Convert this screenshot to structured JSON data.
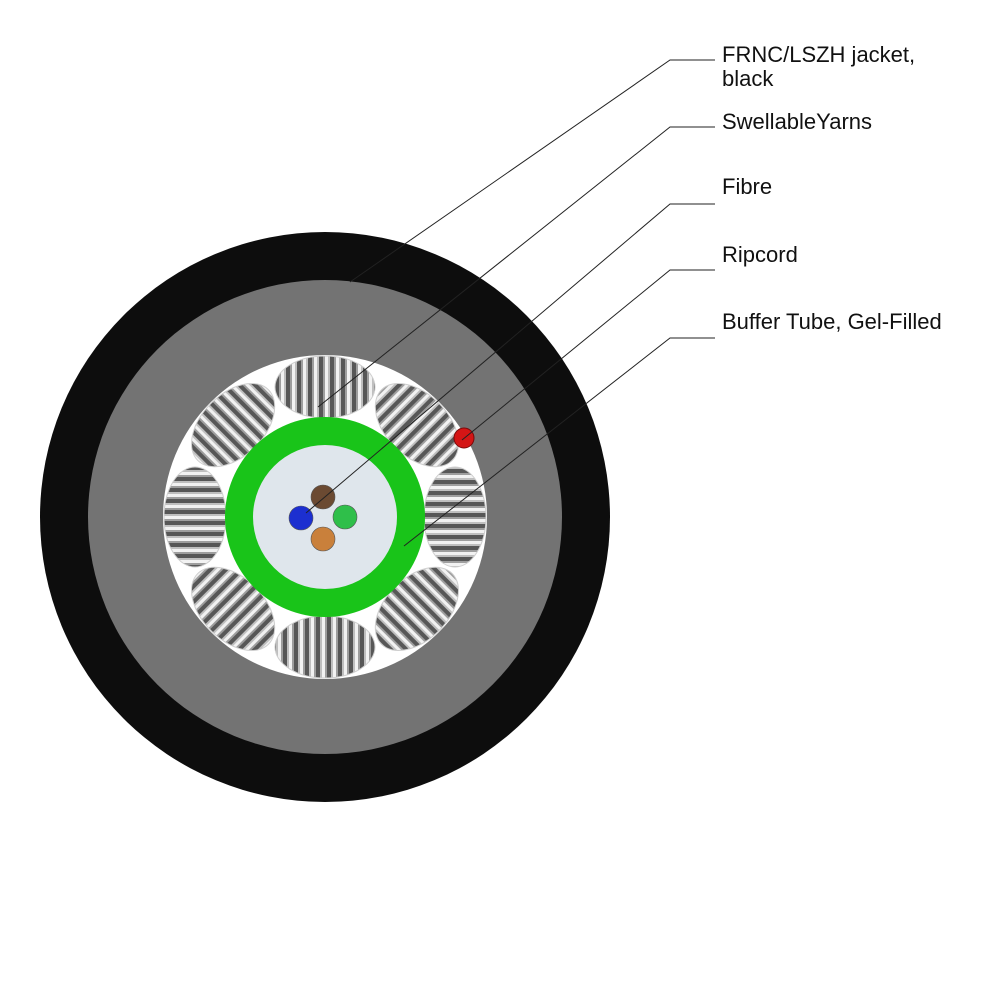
{
  "callouts": [
    {
      "id": "jacket",
      "lines": [
        "FRNC/LSZH jacket,",
        "black"
      ]
    },
    {
      "id": "yarns",
      "lines": [
        "SwellableYarns"
      ]
    },
    {
      "id": "fibre",
      "lines": [
        "Fibre"
      ]
    },
    {
      "id": "ripcord",
      "lines": [
        "Ripcord"
      ]
    },
    {
      "id": "buffer",
      "lines": [
        "Buffer Tube, Gel-Filled"
      ]
    }
  ],
  "colors": {
    "jacket": "#0d0d0d",
    "inner_sheath": "#737373",
    "core_fill": "#ffffff",
    "buffer_tube": "#19c419",
    "gel": "#dfe6ec",
    "ripcord": "#d41515",
    "fibres": [
      "#6b4a32",
      "#1c2fd0",
      "#2fbf4a",
      "#c9803b"
    ],
    "yarn_dark": "#3c3c3c",
    "yarn_light": "#f2f2f2"
  }
}
